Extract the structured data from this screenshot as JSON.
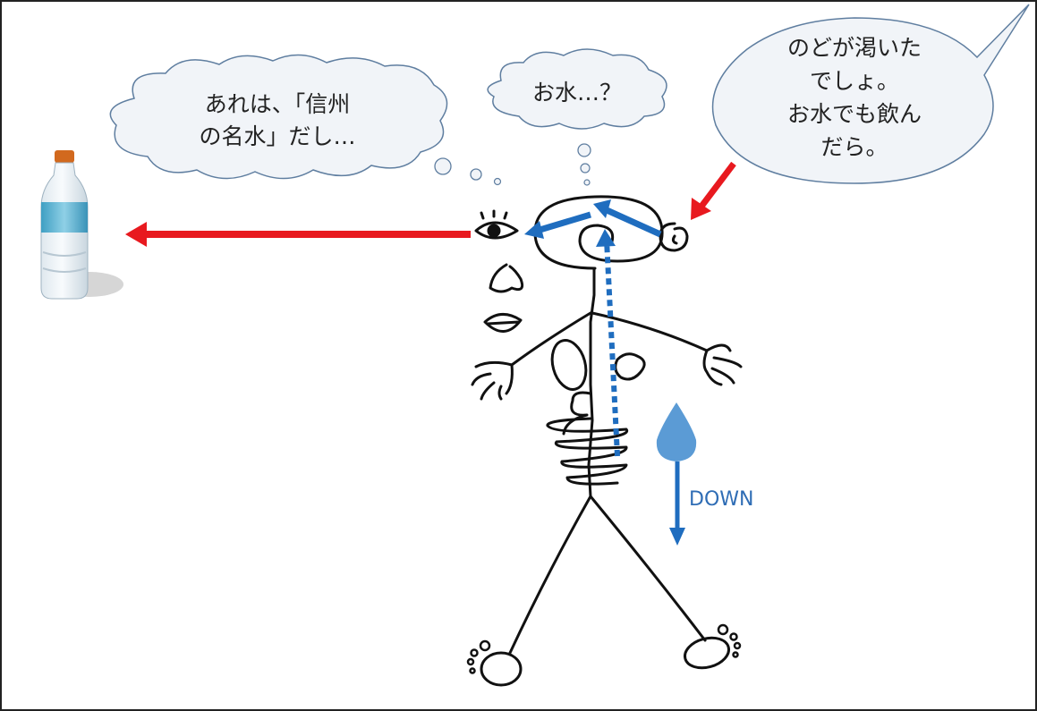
{
  "thought_bottle": {
    "lines": [
      "あれは、「信州",
      "の名水」だし…"
    ]
  },
  "thought_water": {
    "text": "お水…？"
  },
  "speech_ear": {
    "lines": [
      "のどが渇いた",
      "でしょ。",
      "お水でも飲ん",
      "だら。"
    ]
  },
  "down_label": "DOWN",
  "colors": {
    "stimulus_arrow": "#e8191f",
    "signal_arrow": "#1f6dbf",
    "droplet": "#5b9bd5",
    "line": "#111111"
  }
}
